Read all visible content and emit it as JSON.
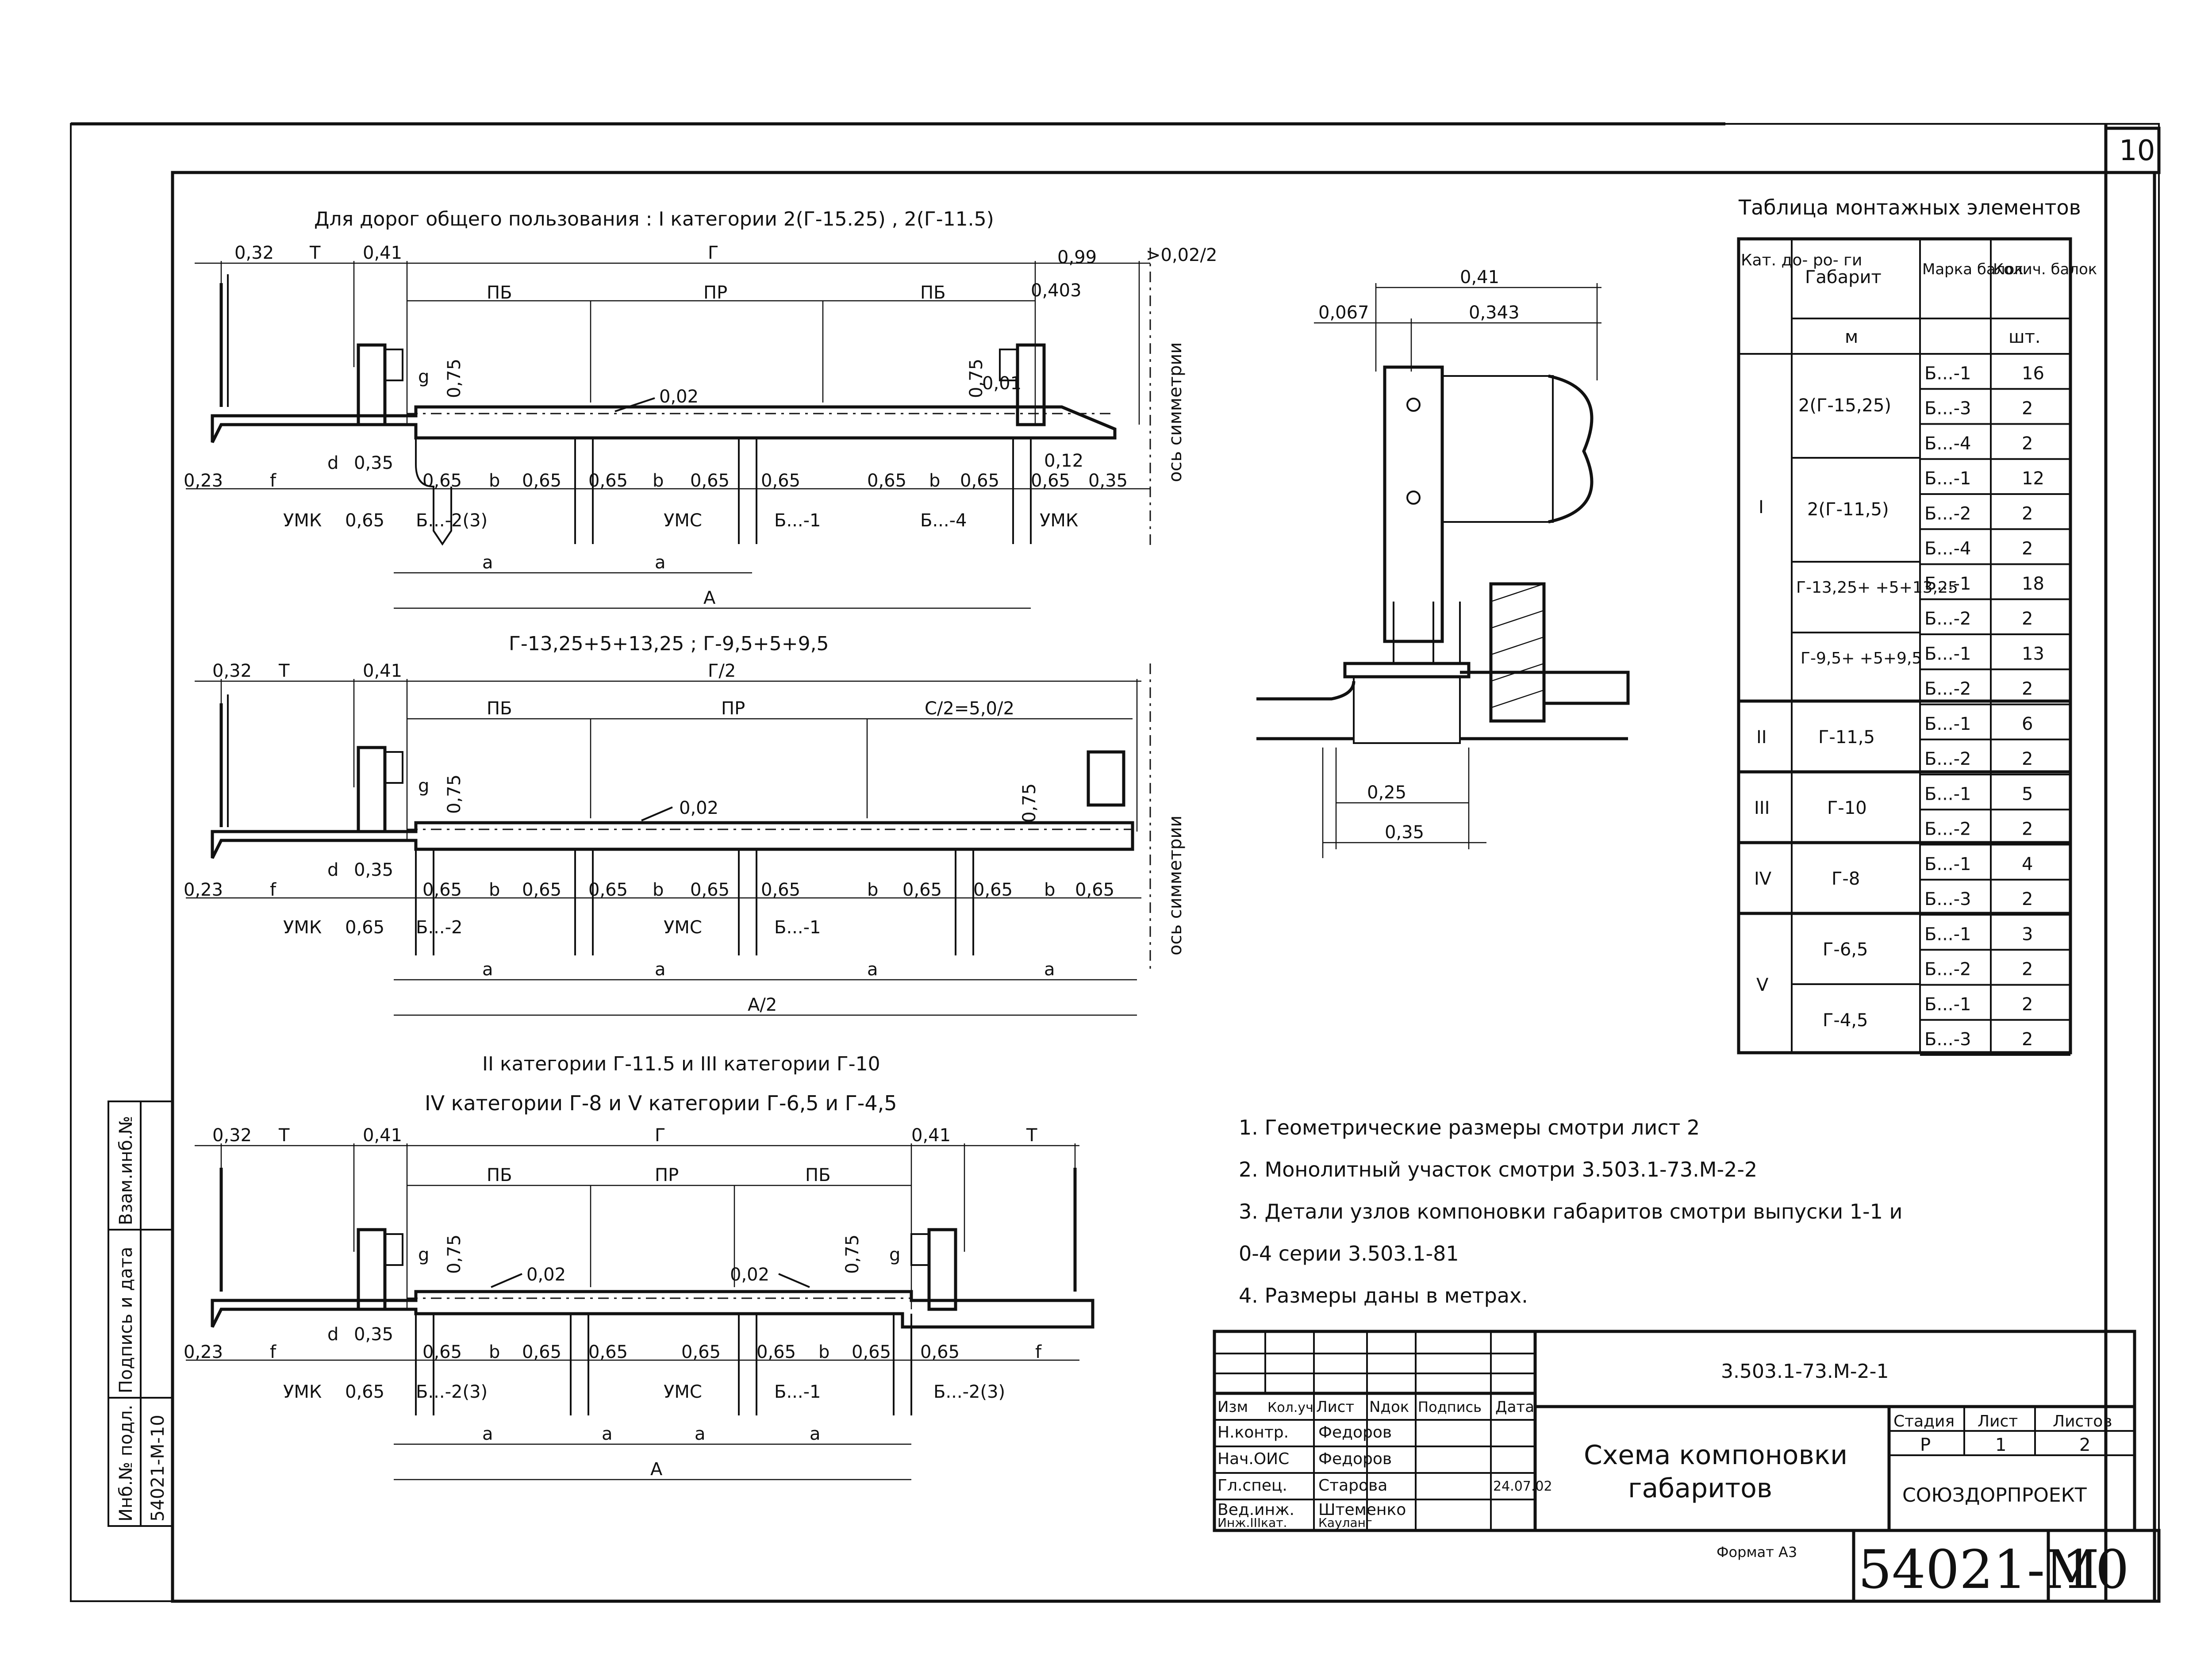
{
  "sheet": {
    "page_number": "10",
    "side_stamp": [
      "Инб.№ подл.",
      "Подпись и дата",
      "Взам.инб.№"
    ],
    "side_number": "54021-М-10",
    "format_label": "Формат А3",
    "code_big": "54021-М",
    "sheet_big": "10"
  },
  "section1": {
    "title": "Для дорог общего пользования : I категории 2(Г-15.25) , 2(Г-11.5)",
    "dims_top": [
      "0,32",
      "Т",
      "0,41",
      "Г",
      "0,99",
      ">0,02/2",
      "0,403"
    ],
    "lanes": [
      "ПБ",
      "ПР",
      "ПБ"
    ],
    "slope": "0,02",
    "heights": [
      "0,75",
      "0,75",
      "0,01",
      "g"
    ],
    "axis_label": "ось симметрии",
    "beam_dims": [
      "0,23",
      "f",
      "d",
      "0,35",
      "0,65",
      "b",
      "0,65",
      "0,65",
      "b",
      "0,65",
      "0,65",
      "0,65",
      "b",
      "0,65",
      "0,65",
      "0,12",
      "0,35"
    ],
    "labels": [
      "УМК",
      "0,65",
      "Б...-2(3)",
      "УМС",
      "Б...-1",
      "Б...-4",
      "УМК"
    ],
    "spans": [
      "a",
      "a",
      "A"
    ]
  },
  "section2": {
    "title": "Г-13,25+5+13,25 ; Г-9,5+5+9,5",
    "dims_top": [
      "0,32",
      "Т",
      "0,41",
      "Г/2"
    ],
    "lanes": [
      "ПБ",
      "ПР",
      "С/2=5,0/2"
    ],
    "slope": "0,02",
    "heights": [
      "0,75",
      "0,75",
      "g"
    ],
    "axis_label": "ось симметрии",
    "beam_dims": [
      "0,23",
      "f",
      "d",
      "0,35",
      "0,65",
      "b",
      "0,65",
      "0,65",
      "b",
      "0,65",
      "0,65",
      "b",
      "0,65",
      "0,65",
      "b",
      "0,65"
    ],
    "labels": [
      "УМК",
      "0,65",
      "Б...-2",
      "УМС",
      "Б...-1"
    ],
    "spans": [
      "a",
      "a",
      "a",
      "a",
      "A/2"
    ]
  },
  "section3": {
    "title1": "II категории Г-11.5 и III категории Г-10",
    "title2": "IV категории Г-8 и V категории Г-6,5 и Г-4,5",
    "dims_top": [
      "0,32",
      "Т",
      "0,41",
      "Г",
      "0,41",
      "Т"
    ],
    "lanes": [
      "ПБ",
      "ПР",
      "ПБ"
    ],
    "slopes": [
      "0,02",
      "0,02"
    ],
    "heights": [
      "0,75",
      "0,75",
      "g",
      "g"
    ],
    "beam_dims": [
      "0,23",
      "f",
      "d",
      "0,35",
      "0,65",
      "b",
      "0,65",
      "0,65",
      "0,65",
      "0,65",
      "b",
      "0,65",
      "0,65",
      "f"
    ],
    "labels": [
      "УМК",
      "0,65",
      "Б...-2(3)",
      "УМС",
      "Б...-1",
      "Б...-2(3)"
    ],
    "spans": [
      "a",
      "a",
      "a",
      "a",
      "A"
    ]
  },
  "detail": {
    "dims": [
      "0,41",
      "0,067",
      "0,343",
      "0,25",
      "0,35"
    ]
  },
  "table": {
    "title": "Таблица монтажных элементов",
    "headers": [
      "Кат. до- ро- ги",
      "Габарит",
      "Марка балок",
      "Колич. балок"
    ],
    "units": [
      "м",
      "шт."
    ],
    "categories": [
      "I",
      "II",
      "III",
      "IV",
      "V"
    ],
    "gabarits": [
      "2(Г-15,25)",
      "2(Г-11,5)",
      "Г-13,25+ +5+13,25",
      "Г-9,5+ +5+9,5",
      "Г-11,5",
      "Г-10",
      "Г-8",
      "Г-6,5",
      "Г-4,5"
    ],
    "rows": [
      [
        "Б...-1",
        "16"
      ],
      [
        "Б...-3",
        "2"
      ],
      [
        "Б...-4",
        "2"
      ],
      [
        "Б...-1",
        "12"
      ],
      [
        "Б...-2",
        "2"
      ],
      [
        "Б...-4",
        "2"
      ],
      [
        "Б...-1",
        "18"
      ],
      [
        "Б...-2",
        "2"
      ],
      [
        "Б...-1",
        "13"
      ],
      [
        "Б...-2",
        "2"
      ],
      [
        "Б...-1",
        "6"
      ],
      [
        "Б...-2",
        "2"
      ],
      [
        "Б...-1",
        "5"
      ],
      [
        "Б...-2",
        "2"
      ],
      [
        "Б...-1",
        "4"
      ],
      [
        "Б...-3",
        "2"
      ],
      [
        "Б...-1",
        "3"
      ],
      [
        "Б...-2",
        "2"
      ],
      [
        "Б...-1",
        "2"
      ],
      [
        "Б...-3",
        "2"
      ]
    ]
  },
  "notes": [
    "1. Геометрические размеры смотри лист 2",
    "2. Монолитный участок смотри 3.503.1-73.М-2-2",
    "3. Детали узлов компоновки габаритов смотри выпуски 1-1 и",
    "0-4 серии 3.503.1-81",
    "4. Размеры даны в метрах."
  ],
  "titleblock": {
    "doc_code": "3.503.1-73.М-2-1",
    "col_headers": [
      "Изм",
      "Кол.уч",
      "Лист",
      "Nдок",
      "Подпись",
      "Дата"
    ],
    "people": [
      [
        "Н.контр.",
        "Федоров"
      ],
      [
        "Нач.ОИС",
        "Федоров"
      ],
      [
        "Гл.спец.",
        "Старова"
      ],
      [
        "Вед.инж.",
        "Штеменко"
      ],
      [
        "Инж.IIIкат.",
        "Кауланг"
      ]
    ],
    "date": "24.07.02",
    "title": [
      "Схема компоновки",
      "габаритов"
    ],
    "stage_headers": [
      "Стадия",
      "Лист",
      "Листов"
    ],
    "stage_values": [
      "Р",
      "1",
      "2"
    ],
    "org": "СОЮЗДОРПРОЕКТ"
  }
}
